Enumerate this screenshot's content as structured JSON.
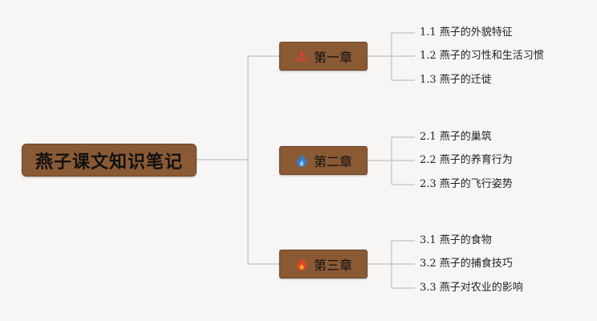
{
  "mindmap": {
    "root": {
      "label": "燕子课文知识笔记"
    },
    "chapters": [
      {
        "label": "第一章",
        "icon": "campfire-icon",
        "icon_color": "#d8442c",
        "sections": [
          "1.1 燕子的外貌特征",
          "1.2 燕子的习性和生活习惯",
          "1.3 燕子的迁徙"
        ]
      },
      {
        "label": "第二章",
        "icon": "flame-icon",
        "icon_color": "#2e7fd0",
        "sections": [
          "2.1 燕子的巢筑",
          "2.2 燕子的养育行为",
          "2.3 燕子的飞行姿势"
        ]
      },
      {
        "label": "第三章",
        "icon": "flame-icon",
        "icon_color": "#e0432a",
        "sections": [
          "3.1 燕子的食物",
          "3.2 燕子的捕食技巧",
          "3.3 燕子对农业的影响"
        ]
      }
    ]
  },
  "colors": {
    "node_fill": "#8a5a35",
    "connector": "#c9c9c9",
    "background": "#f7f6f4"
  }
}
